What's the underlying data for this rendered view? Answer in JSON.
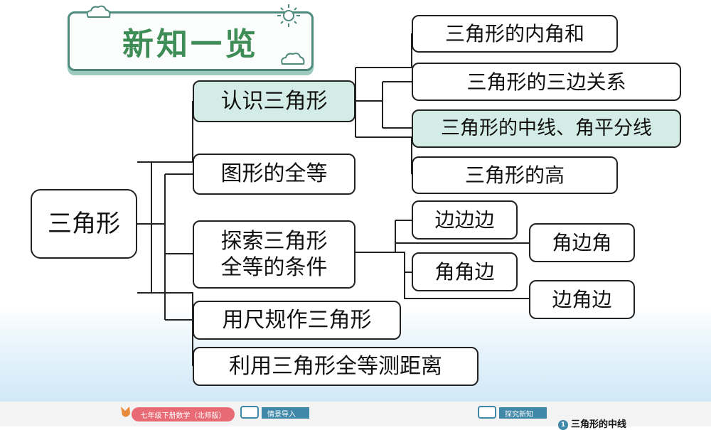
{
  "title": "新知一览",
  "root": "三角形",
  "branches": {
    "recognize": "认识三角形",
    "congruent_figures": "图形的全等",
    "explore_line1": "探索三角形",
    "explore_line2": "全等的条件",
    "ruler_construct": "用尺规作三角形",
    "distance": "利用三角形全等测距离"
  },
  "recognize_children": {
    "interior_angles": "三角形的内角和",
    "three_sides": "三角形的三边关系",
    "median_bisector": "三角形的中线、角平分线",
    "altitude": "三角形的高"
  },
  "explore_children": {
    "sss": "边边边",
    "asa": "角边角",
    "aas": "角角边",
    "sas": "边角边"
  },
  "footer": {
    "book": "七年级下册数学（北师版）",
    "tab1": "情景导入",
    "tab2": "探究新知",
    "section_num": "1",
    "section_title": "三角形的中线"
  },
  "colors": {
    "highlight": "#d4ece6",
    "title_green": "#3f8d56",
    "tag_blue": "#3f88a8",
    "book_pill": "#e76a74"
  }
}
